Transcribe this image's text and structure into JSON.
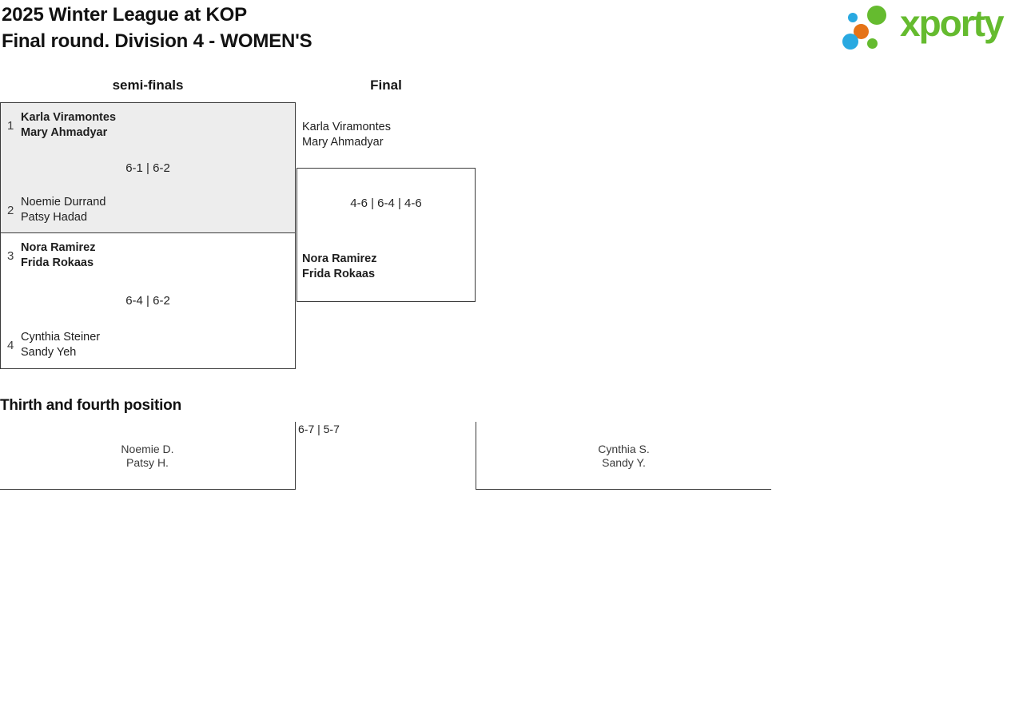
{
  "page": {
    "title_line1": "2025 Winter League at KOP",
    "title_line2": "Final round. Division 4 - WOMEN'S"
  },
  "logo": {
    "wordmark": "xporty",
    "colors": {
      "green": "#65bb2f",
      "blue": "#29a9e1",
      "orange": "#e57317"
    }
  },
  "bracket": {
    "rounds": [
      {
        "label": "semi-finals"
      },
      {
        "label": "Final"
      }
    ],
    "semifinals": [
      {
        "seed_top": "1",
        "team_top": [
          "Karla Viramontes",
          "Mary Ahmadyar"
        ],
        "score": "6-1 | 6-2",
        "seed_bottom": "2",
        "team_bottom": [
          "Noemie Durrand",
          "Patsy Hadad"
        ],
        "winner": "top"
      },
      {
        "seed_top": "3",
        "team_top": [
          "Nora Ramirez",
          "Frida Rokaas"
        ],
        "score": "6-4 | 6-2",
        "seed_bottom": "4",
        "team_bottom": [
          "Cynthia Steiner",
          "Sandy Yeh"
        ],
        "winner": "top"
      }
    ],
    "final": {
      "team_top": [
        "Karla Viramontes",
        "Mary Ahmadyar"
      ],
      "score": "4-6 | 6-4 | 4-6",
      "team_bottom": [
        "Nora Ramirez",
        "Frida Rokaas"
      ],
      "winner": "bottom"
    }
  },
  "third_place": {
    "heading": "Thirth and fourth position",
    "score": "6-7 | 5-7",
    "team_left": [
      "Noemie D.",
      "Patsy H."
    ],
    "team_right": [
      "Cynthia S.",
      "Sandy Y."
    ]
  }
}
